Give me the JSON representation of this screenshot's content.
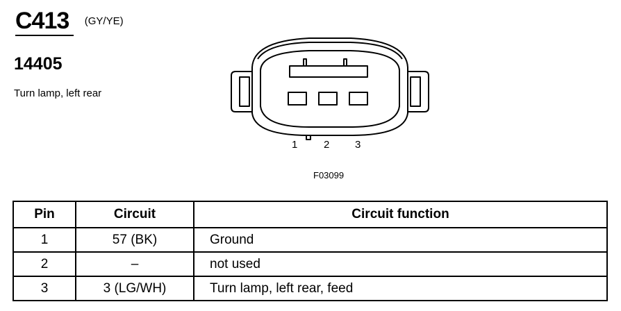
{
  "header": {
    "connector_id": "C413",
    "connector_color": "(GY/YE)"
  },
  "part_number": "14405",
  "description": "Turn lamp, left rear",
  "diagram": {
    "pin_labels": [
      "1",
      "2",
      "3"
    ],
    "figure_id": "F03099"
  },
  "table": {
    "headers": {
      "pin": "Pin",
      "circuit": "Circuit",
      "function": "Circuit function"
    },
    "rows": [
      {
        "pin": "1",
        "circuit": "57 (BK)",
        "function": "Ground"
      },
      {
        "pin": "2",
        "circuit": "–",
        "function": "not used"
      },
      {
        "pin": "3",
        "circuit": "3 (LG/WH)",
        "function": "Turn lamp, left rear, feed"
      }
    ]
  }
}
